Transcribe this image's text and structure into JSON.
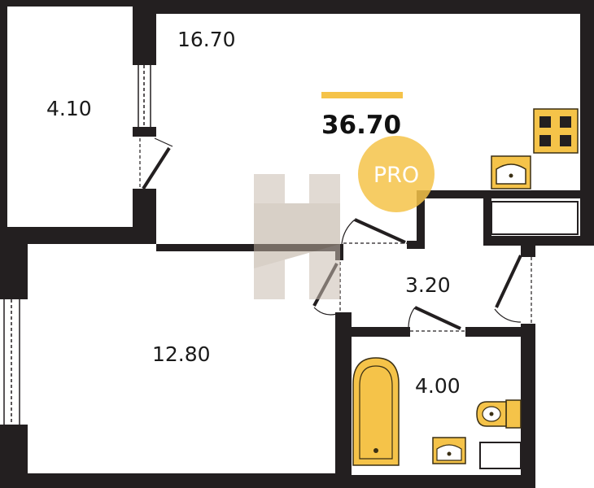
{
  "plan": {
    "total_area": "36.70",
    "badge": "PRO",
    "rooms": [
      {
        "id": "living",
        "area": "16.70"
      },
      {
        "id": "balcony",
        "area": "4.10"
      },
      {
        "id": "bedroom",
        "area": "12.80"
      },
      {
        "id": "hall",
        "area": "3.20"
      },
      {
        "id": "bathroom",
        "area": "4.00"
      }
    ]
  },
  "colors": {
    "wall": "#231f20",
    "fixture": "#f5c349",
    "fixture_stroke": "#3a2f14",
    "accent_bar": "#f5c349",
    "badge": "#f5c349",
    "watermark": "#c9bcb0",
    "door_frame": "#231f20"
  }
}
